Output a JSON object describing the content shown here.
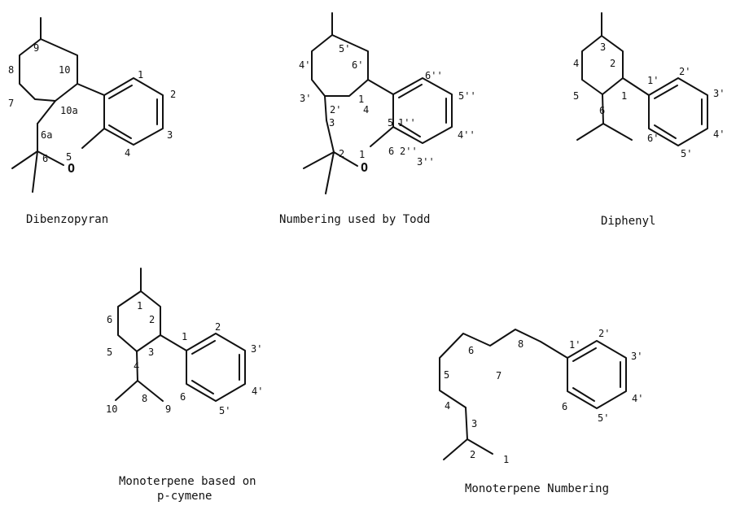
{
  "structures": [
    {
      "caption": "Dibenzopyran",
      "labels": [
        "9",
        "8",
        "10",
        "7",
        "10a",
        "1",
        "2",
        "6a",
        "6",
        "5",
        "3",
        "4"
      ],
      "atom": "O"
    },
    {
      "caption": "Numbering used by Todd",
      "labels": [
        "5'",
        "4'",
        "6'",
        "3'",
        "1",
        "2'",
        "6''",
        "4",
        "3",
        "5''",
        "5",
        "1''",
        "2",
        "1",
        "6",
        "2''",
        "4''",
        "3''"
      ],
      "atom": "O"
    },
    {
      "caption": "Diphenyl",
      "labels": [
        "3",
        "4",
        "2",
        "5",
        "1",
        "6",
        "1'",
        "2'",
        "3'",
        "6'",
        "4'",
        "5'"
      ]
    },
    {
      "caption_lines": [
        "Monoterpene based on",
        "p-cymene"
      ],
      "labels": [
        "1",
        "6",
        "2",
        "5",
        "3",
        "4",
        "1",
        "2",
        "3'",
        "8",
        "10",
        "9",
        "6",
        "4'",
        "5'"
      ]
    },
    {
      "caption": "Monoterpene Numbering",
      "labels": [
        "2'",
        "6",
        "8",
        "1'",
        "3'",
        "5",
        "7",
        "4",
        "6",
        "4'",
        "5'",
        "3",
        "2",
        "1"
      ]
    }
  ]
}
